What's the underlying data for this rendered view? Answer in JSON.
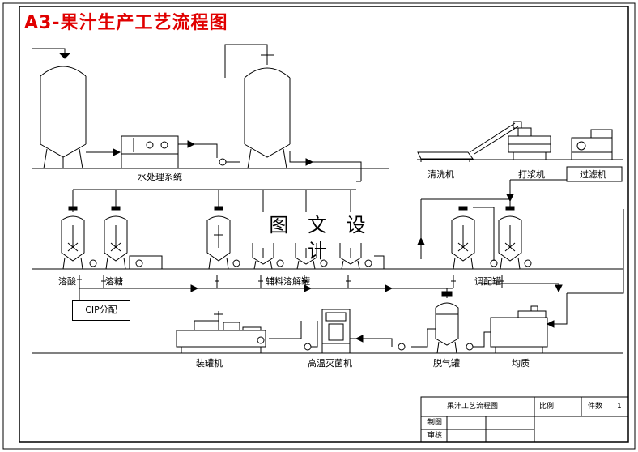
{
  "title": "A3-果汁生产工艺流程图",
  "watermark": "图 文 设 计",
  "labels": {
    "water_treatment": "水处理系统",
    "washer": "清洗机",
    "pulper": "打浆机",
    "filter": "过滤机",
    "acid_dissolve": "溶酸",
    "sugar_dissolve": "溶糖",
    "auxiliary_dissolve": "辅料溶解罐",
    "blending_tank": "调配罐",
    "cip": "CIP分配",
    "filling_machine": "装罐机",
    "sterilizer": "高温灭菌机",
    "deaerator": "脱气罐",
    "homogenizer": "均质"
  },
  "title_block": {
    "drawing_name": "果汁工艺流程图",
    "scale_label": "比例",
    "sheets_label": "件数",
    "sheets_value": "1",
    "drafted_label": "制图",
    "reviewed_label": "审核"
  },
  "colors": {
    "title": "#e00000",
    "lines": "#000000"
  }
}
